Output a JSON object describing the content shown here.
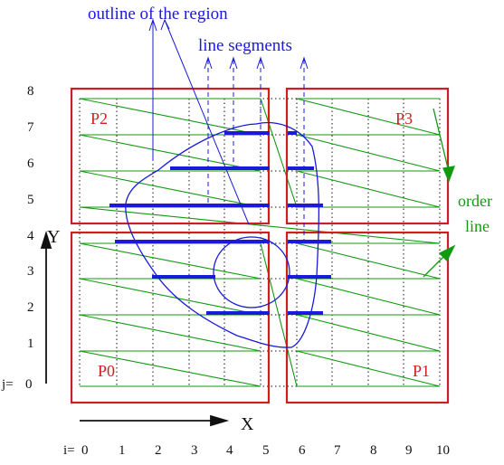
{
  "labels": {
    "outline": "outline of the region",
    "segments": "line segments",
    "order_line": [
      "order",
      "line"
    ],
    "x_axis": "X",
    "y_axis": "Y",
    "i_prefix": "i=",
    "j_prefix": "j="
  },
  "partitions": [
    "P0",
    "P1",
    "P2",
    "P3"
  ],
  "i_ticks": [
    "0",
    "1",
    "2",
    "3",
    "4",
    "5",
    "6",
    "7",
    "8",
    "9",
    "10"
  ],
  "j_ticks": [
    "0",
    "1",
    "2",
    "3",
    "4",
    "5",
    "6",
    "7",
    "8"
  ],
  "colors": {
    "partition": "#cc1f1f",
    "order_line": "#109a10",
    "outline": "#1a1adb",
    "segment": "#1a1adb",
    "grid": "#111111"
  }
}
